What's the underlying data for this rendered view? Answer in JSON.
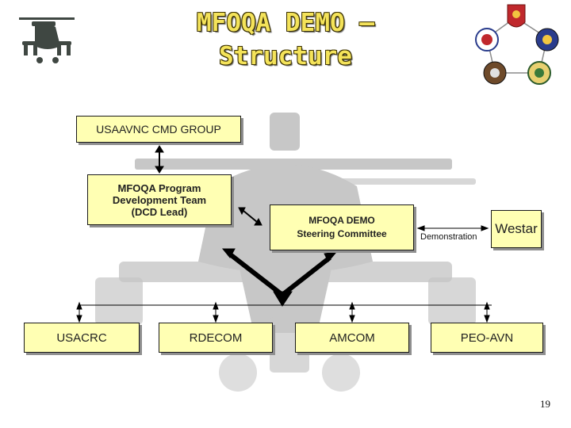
{
  "slide": {
    "title_line1": "MFOQA DEMO –",
    "title_line2": "Structure",
    "page_number": "19"
  },
  "nodes": {
    "cmd_group": "USAAVNC CMD GROUP",
    "program_team_l1": "MFOQA Program",
    "program_team_l2": "Development Team",
    "program_team_l3": "(DCD Lead)",
    "steering_l1": "MFOQA DEMO",
    "steering_l2": "Steering Committee",
    "westar": "Westar",
    "usacrc": "USACRC",
    "rdecom": "RDECOM",
    "amcom": "AMCOM",
    "peo_avn": "PEO-AVN"
  },
  "edges": {
    "demonstration": "Demonstration"
  },
  "colors": {
    "box_fill": "#ffffb3",
    "title_fill": "#f4e35a",
    "background_art": "#a0a0a0"
  }
}
